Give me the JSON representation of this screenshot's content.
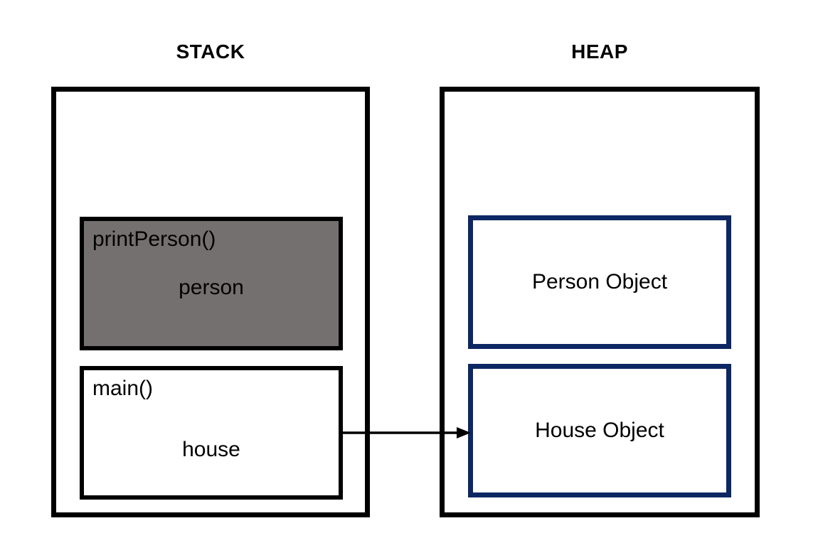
{
  "stack": {
    "label": "STACK",
    "frames": [
      {
        "function": "printPerson()",
        "variable": "person",
        "highlighted": true
      },
      {
        "function": "main()",
        "variable": "house",
        "highlighted": false
      }
    ]
  },
  "heap": {
    "label": "HEAP",
    "objects": [
      {
        "label": "Person Object"
      },
      {
        "label": "House Object"
      }
    ]
  },
  "arrow": {
    "from": "house",
    "to": "House Object"
  },
  "colors": {
    "active_frame_fill": "#757070",
    "heap_object_border": "#0d2763",
    "outline": "#000000",
    "background": "#ffffff"
  }
}
